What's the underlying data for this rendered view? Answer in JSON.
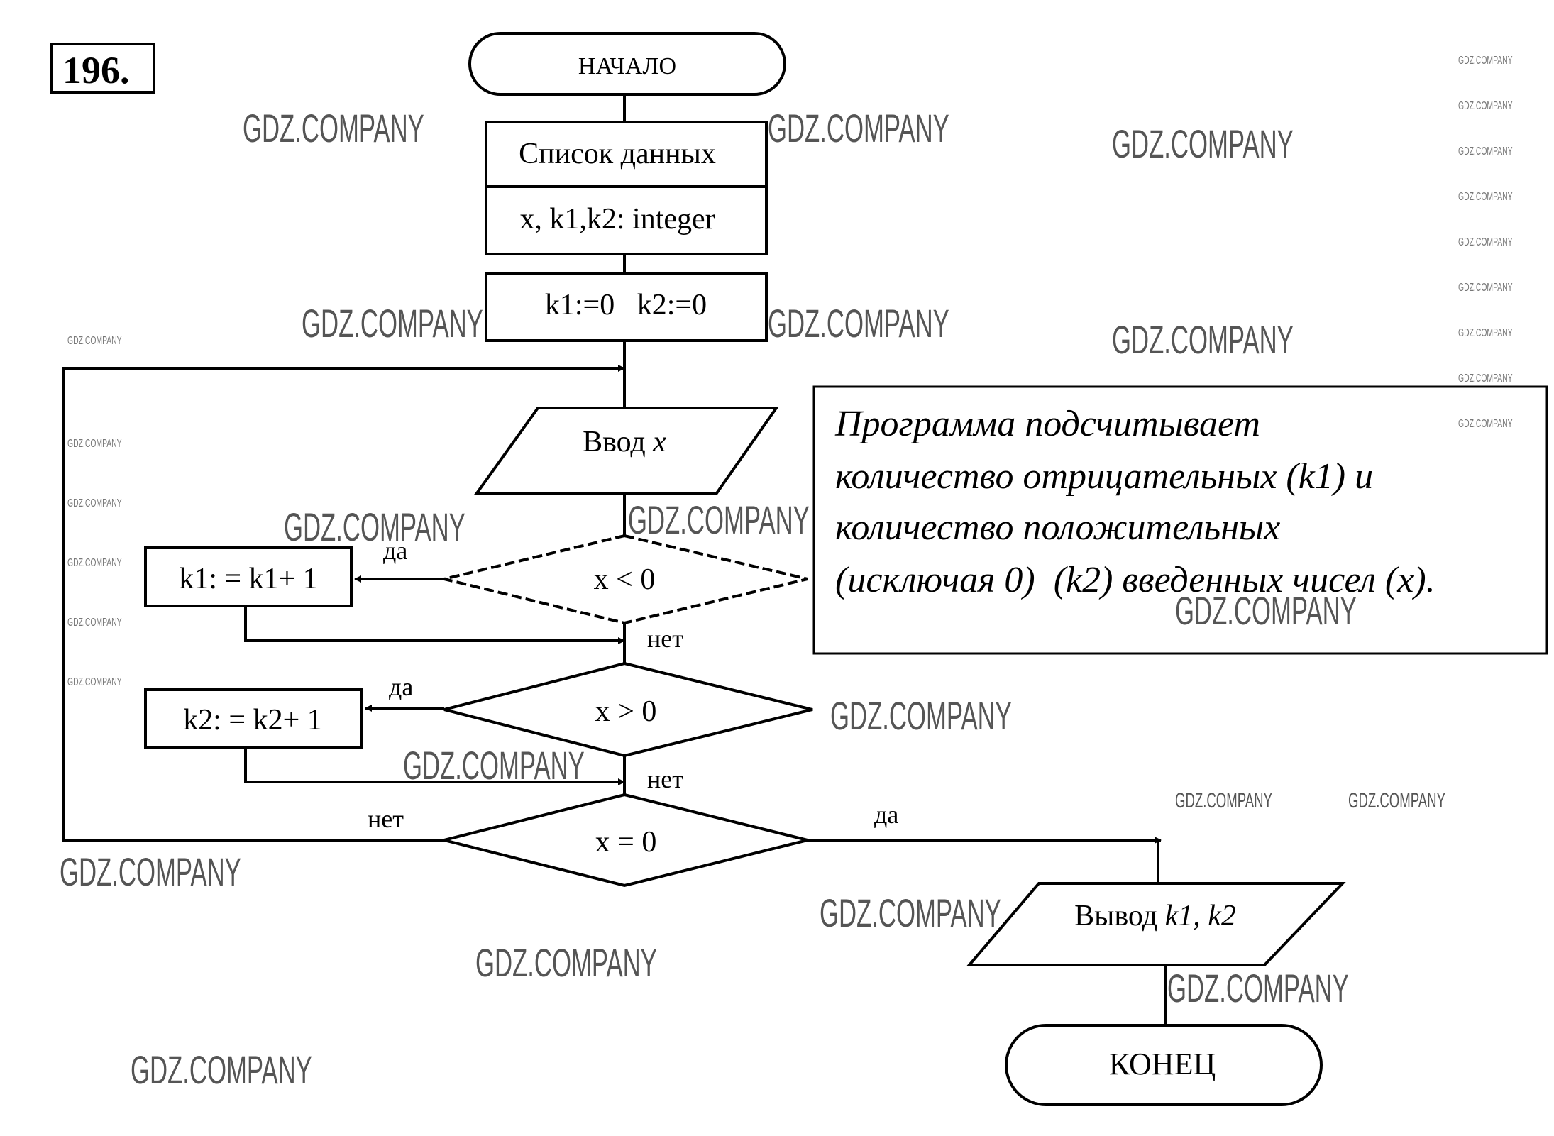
{
  "problem_number": "196.",
  "flowchart": {
    "start": "НАЧАЛО",
    "declarations_header": "Список данных",
    "declarations_body": "x, k1,k2: integer",
    "init": "k1:=0   k2:=0",
    "input_label": "Ввод",
    "input_var": "x",
    "cond1": "x < 0",
    "assign1": "k1: = k1+ 1",
    "cond2": "x > 0",
    "assign2": "k2: = k2+ 1",
    "cond3": "x = 0",
    "output_label": "Вывод",
    "output_vars": "k1, k2",
    "end": "КОНЕЦ",
    "yes": "да",
    "no": "нет"
  },
  "note": {
    "lines": [
      "Программа подсчитывает",
      "количество отрицательных (k1) и",
      "количество положительных",
      "(исключая 0)  (k2) введенных чисел (x)."
    ]
  },
  "watermark": {
    "text": "GDZ.COMPANY"
  }
}
